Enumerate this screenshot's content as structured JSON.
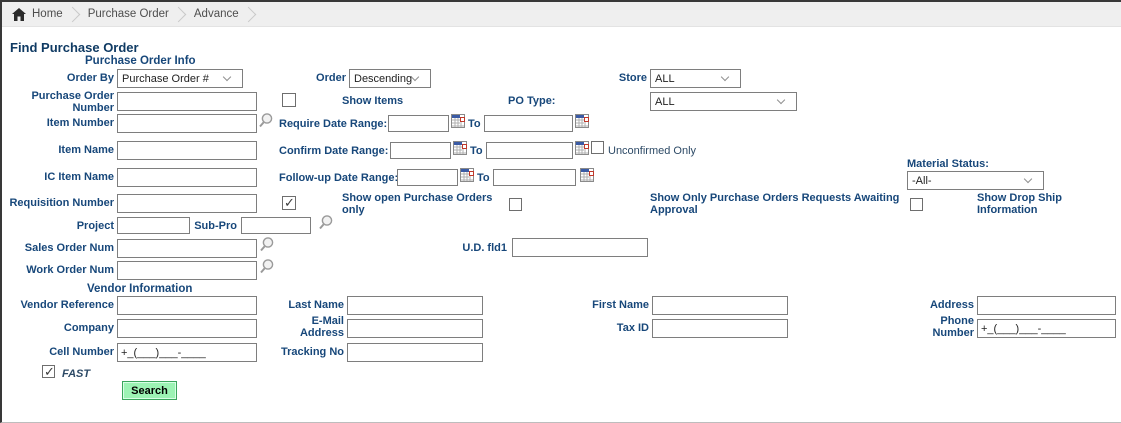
{
  "breadcrumb": {
    "items": [
      "Home",
      "Purchase Order",
      "Advance"
    ]
  },
  "title": "Find Purchase Order",
  "sections": {
    "po_info": "Purchase Order Info",
    "vendor_info": "Vendor Information"
  },
  "po": {
    "order_by_label": "Order By",
    "order_by_value": "Purchase Order #",
    "order_label": "Order",
    "order_value": "Descending",
    "store_label": "Store",
    "store_value": "ALL",
    "po_number_label": "Purchase Order Number",
    "show_items_label": "Show Items",
    "po_type_label": "PO Type:",
    "po_type_value": "ALL",
    "item_number_label": "Item Number",
    "require_date_label": "Require Date Range:",
    "to_label": "To",
    "item_name_label": "Item Name",
    "confirm_date_label": "Confirm Date Range:",
    "unconfirmed_only_label": "Unconfirmed Only",
    "ic_item_name_label": "IC Item Name",
    "followup_date_label": "Follow-up Date Range:",
    "material_status_label": "Material Status:",
    "material_status_value": "-All-",
    "requisition_label": "Requisition Number",
    "show_open_label": "Show open Purchase Orders only",
    "show_awaiting_label": "Show Only Purchase Orders Requests Awaiting Approval",
    "show_dropship_label": "Show Drop Ship Information",
    "project_label": "Project",
    "subpro_label": "Sub-Pro",
    "sales_order_label": "Sales Order Num",
    "ud_fld1_label": "U.D. fld1",
    "work_order_label": "Work Order Num"
  },
  "vendor": {
    "vendor_reference_label": "Vendor Reference",
    "last_name_label": "Last Name",
    "first_name_label": "First Name",
    "address_label": "Address",
    "company_label": "Company",
    "email_label": "E-Mail Address",
    "tax_id_label": "Tax ID",
    "phone_label": "Phone Number",
    "phone_value": "+_(___)___-____",
    "cell_label": "Cell Number",
    "cell_value": "+_(___)___-____",
    "tracking_label": "Tracking No"
  },
  "footer": {
    "fast_label": "FAST",
    "search_label": "Search"
  },
  "states": {
    "show_items": false,
    "unconfirmed_only": false,
    "show_open": true,
    "awaiting_approval": false,
    "drop_ship": false,
    "fast": true
  },
  "icons": {
    "home": "house",
    "breadcrumb_separator": "chevron-right",
    "lookup": "magnifier",
    "date_picker": "calendar",
    "select_arrow": "chevron-down",
    "check_mark": "✓"
  },
  "colors": {
    "label": "#17477A",
    "title": "#0F3A63",
    "button_bg": "#9CF3B4",
    "button_border": "#3AA55C",
    "breadcrumb_bg": "#EFEFEF",
    "calendar_red": "#C0392B",
    "calendar_blue": "#3B5BA5"
  }
}
